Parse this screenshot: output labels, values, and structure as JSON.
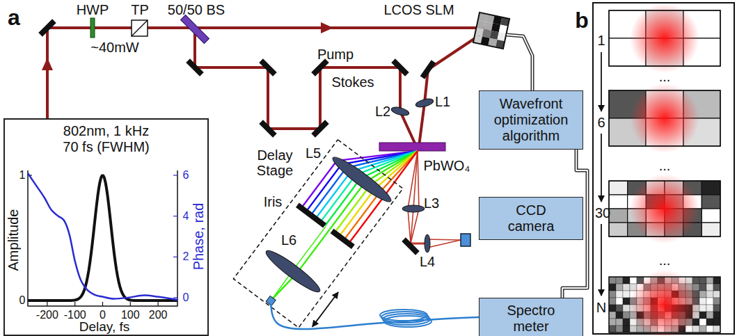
{
  "diagram": {
    "nodes": [
      {
        "text": [
          "802nm, 1 kHz 70 fs (FWHM)"
        ]
      },
      {
        "text": [
          "Wavefront optimization algorithm"
        ]
      },
      {
        "text": [
          "CCD camera"
        ]
      },
      {
        "text": [
          "Spectro meter"
        ]
      }
    ],
    "edges": [
      {
        "from": 3,
        "to": 1,
        "arrow": "none"
      }
    ],
    "labels": [
      "a",
      "HWP",
      "TP",
      "50/50 BS",
      "~40mW",
      "LCOS SLM",
      "Pump",
      "Stokes",
      "Delay Stage",
      "L1",
      "L2",
      "PbWO₄",
      "L3",
      "L4",
      "L5",
      "Iris",
      "L6",
      "b",
      "Amplitude",
      "Phase, rad",
      "Delay, fs",
      "-200",
      "-100",
      "0",
      "100",
      "200",
      "0",
      "1",
      "0",
      "2",
      "4",
      "6",
      "1",
      "...",
      "6",
      "...",
      "30",
      "...",
      "N"
    ]
  }
}
